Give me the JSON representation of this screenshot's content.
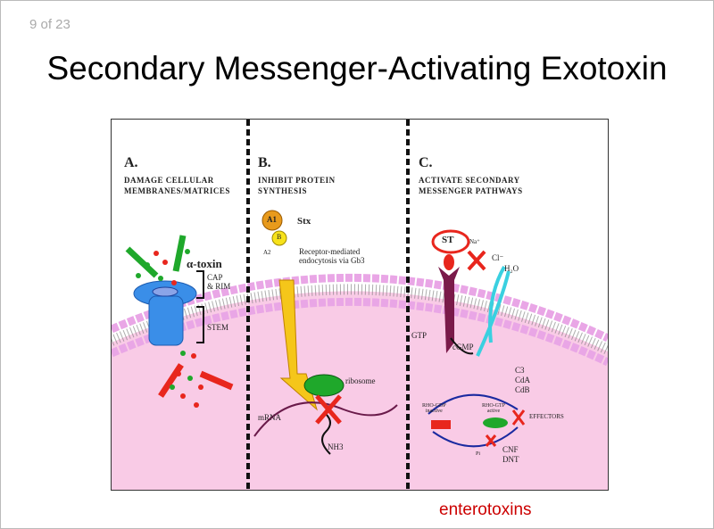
{
  "slide": {
    "counter": "9 of 23",
    "title": "Secondary Messenger-Activating Exotoxin",
    "footer": "enterotoxins"
  },
  "figure": {
    "panels": [
      {
        "label": "A.",
        "caption1": "DAMAGE CELLULAR",
        "caption2": "MEMBRANES/MATRICES",
        "annotations": {
          "toxin": "α-toxin",
          "cap": "CAP",
          "rim": "& RIM",
          "stem": "STEM"
        }
      },
      {
        "label": "B.",
        "caption1": "INHIBIT PROTEIN",
        "caption2": "SYNTHESIS",
        "annotations": {
          "a1": "A1",
          "b": "B",
          "a2": "A2",
          "stx": "Stx",
          "receptor1": "Receptor-mediated",
          "receptor2": "endocytosis via Gb3",
          "ribosome": "ribosome",
          "mrna": "mRNA",
          "nh3": "NH3"
        }
      },
      {
        "label": "C.",
        "caption1": "ACTIVATE SECONDARY",
        "caption2": "MESSENGER PATHWAYS",
        "annotations": {
          "st": "ST",
          "na": "Na⁺",
          "cl": "Cl⁻",
          "h2o": "H₂O",
          "gtp": "GTP",
          "cgmp": "cGMP",
          "c3": "C3",
          "cda": "CdA",
          "cdb": "CdB",
          "rho_gdp1": "RHO-GDP",
          "rho_gdp2": "inactive",
          "rho_gtp1": "RHO-GTP",
          "rho_gtp2": "active",
          "effectors": "EFFECTORS",
          "pi": "Pi",
          "cnf": "CNF",
          "dnt": "DNT"
        }
      }
    ],
    "colors": {
      "membrane": "#e9a6e6",
      "cytoplasm": "#f9cbe6",
      "red": "#e8261d",
      "green": "#1fa82b",
      "blue": "#3a8ee8"
    }
  }
}
